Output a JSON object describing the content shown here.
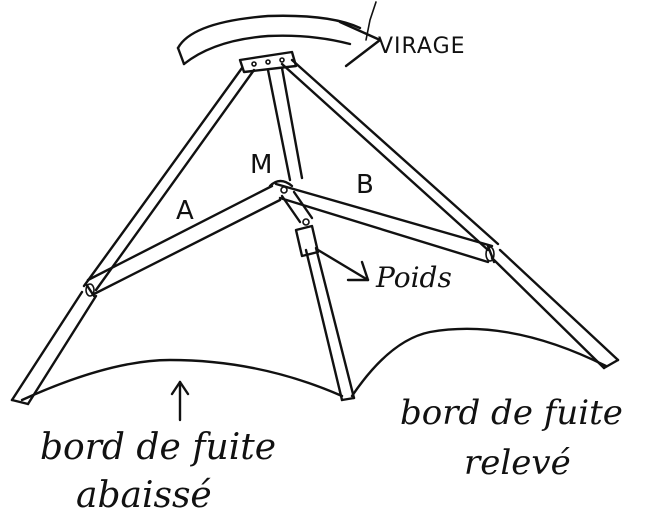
{
  "labels": {
    "virage": "VIRAGE",
    "m": "M",
    "a": "A",
    "b": "B",
    "poids": "Poids",
    "bord_abaisse_line1": "bord de fuite",
    "bord_abaisse_line2": "abaissé",
    "bord_releve_line1": "bord de fuite",
    "bord_releve_line2": "relevé"
  },
  "colors": {
    "ink": "#111111",
    "paper": "#ffffff"
  }
}
